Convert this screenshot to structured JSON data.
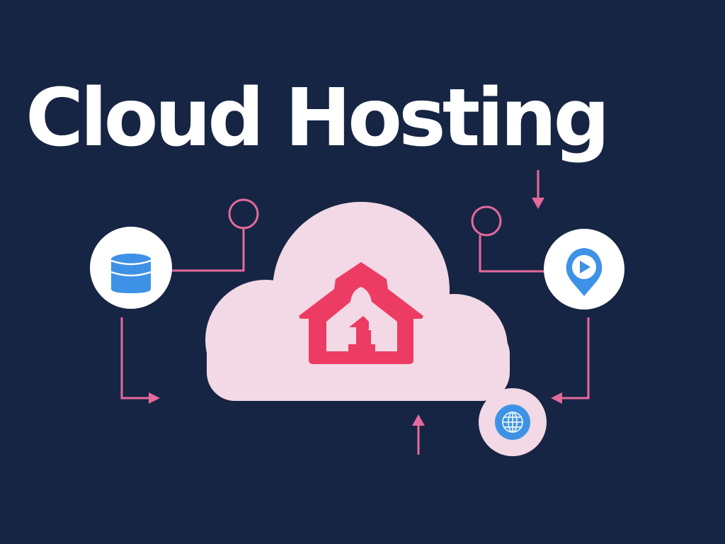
{
  "title": "Cloud Hosting",
  "colors": {
    "background": "#172544",
    "title": "#ffffff",
    "cloud": "#f2d9e5",
    "accent_pink": "#ec3c64",
    "connector_pink": "#e46a9b",
    "icon_blue": "#3d92e6",
    "node_white": "#ffffff"
  },
  "nodes": [
    {
      "id": "database",
      "icon": "database-icon",
      "position": "left"
    },
    {
      "id": "media-location",
      "icon": "play-location-pin-icon",
      "position": "right"
    },
    {
      "id": "web",
      "icon": "globe-icon",
      "position": "bottom-right"
    }
  ],
  "center": {
    "shape": "cloud",
    "icon": "house-upload-icon"
  }
}
